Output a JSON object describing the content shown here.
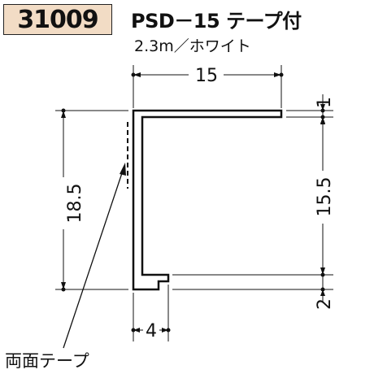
{
  "product": {
    "code": "31009",
    "title": "PSD－15 テープ付",
    "subtitle": "2.3m／ホワイト"
  },
  "dimensions": {
    "top_width": "15",
    "bottom_width": "4",
    "total_height": "18.5",
    "inner_height": "15.5",
    "top_lip": "1",
    "bottom_lip": "2"
  },
  "callout": {
    "tape_label": "両面テープ"
  }
}
